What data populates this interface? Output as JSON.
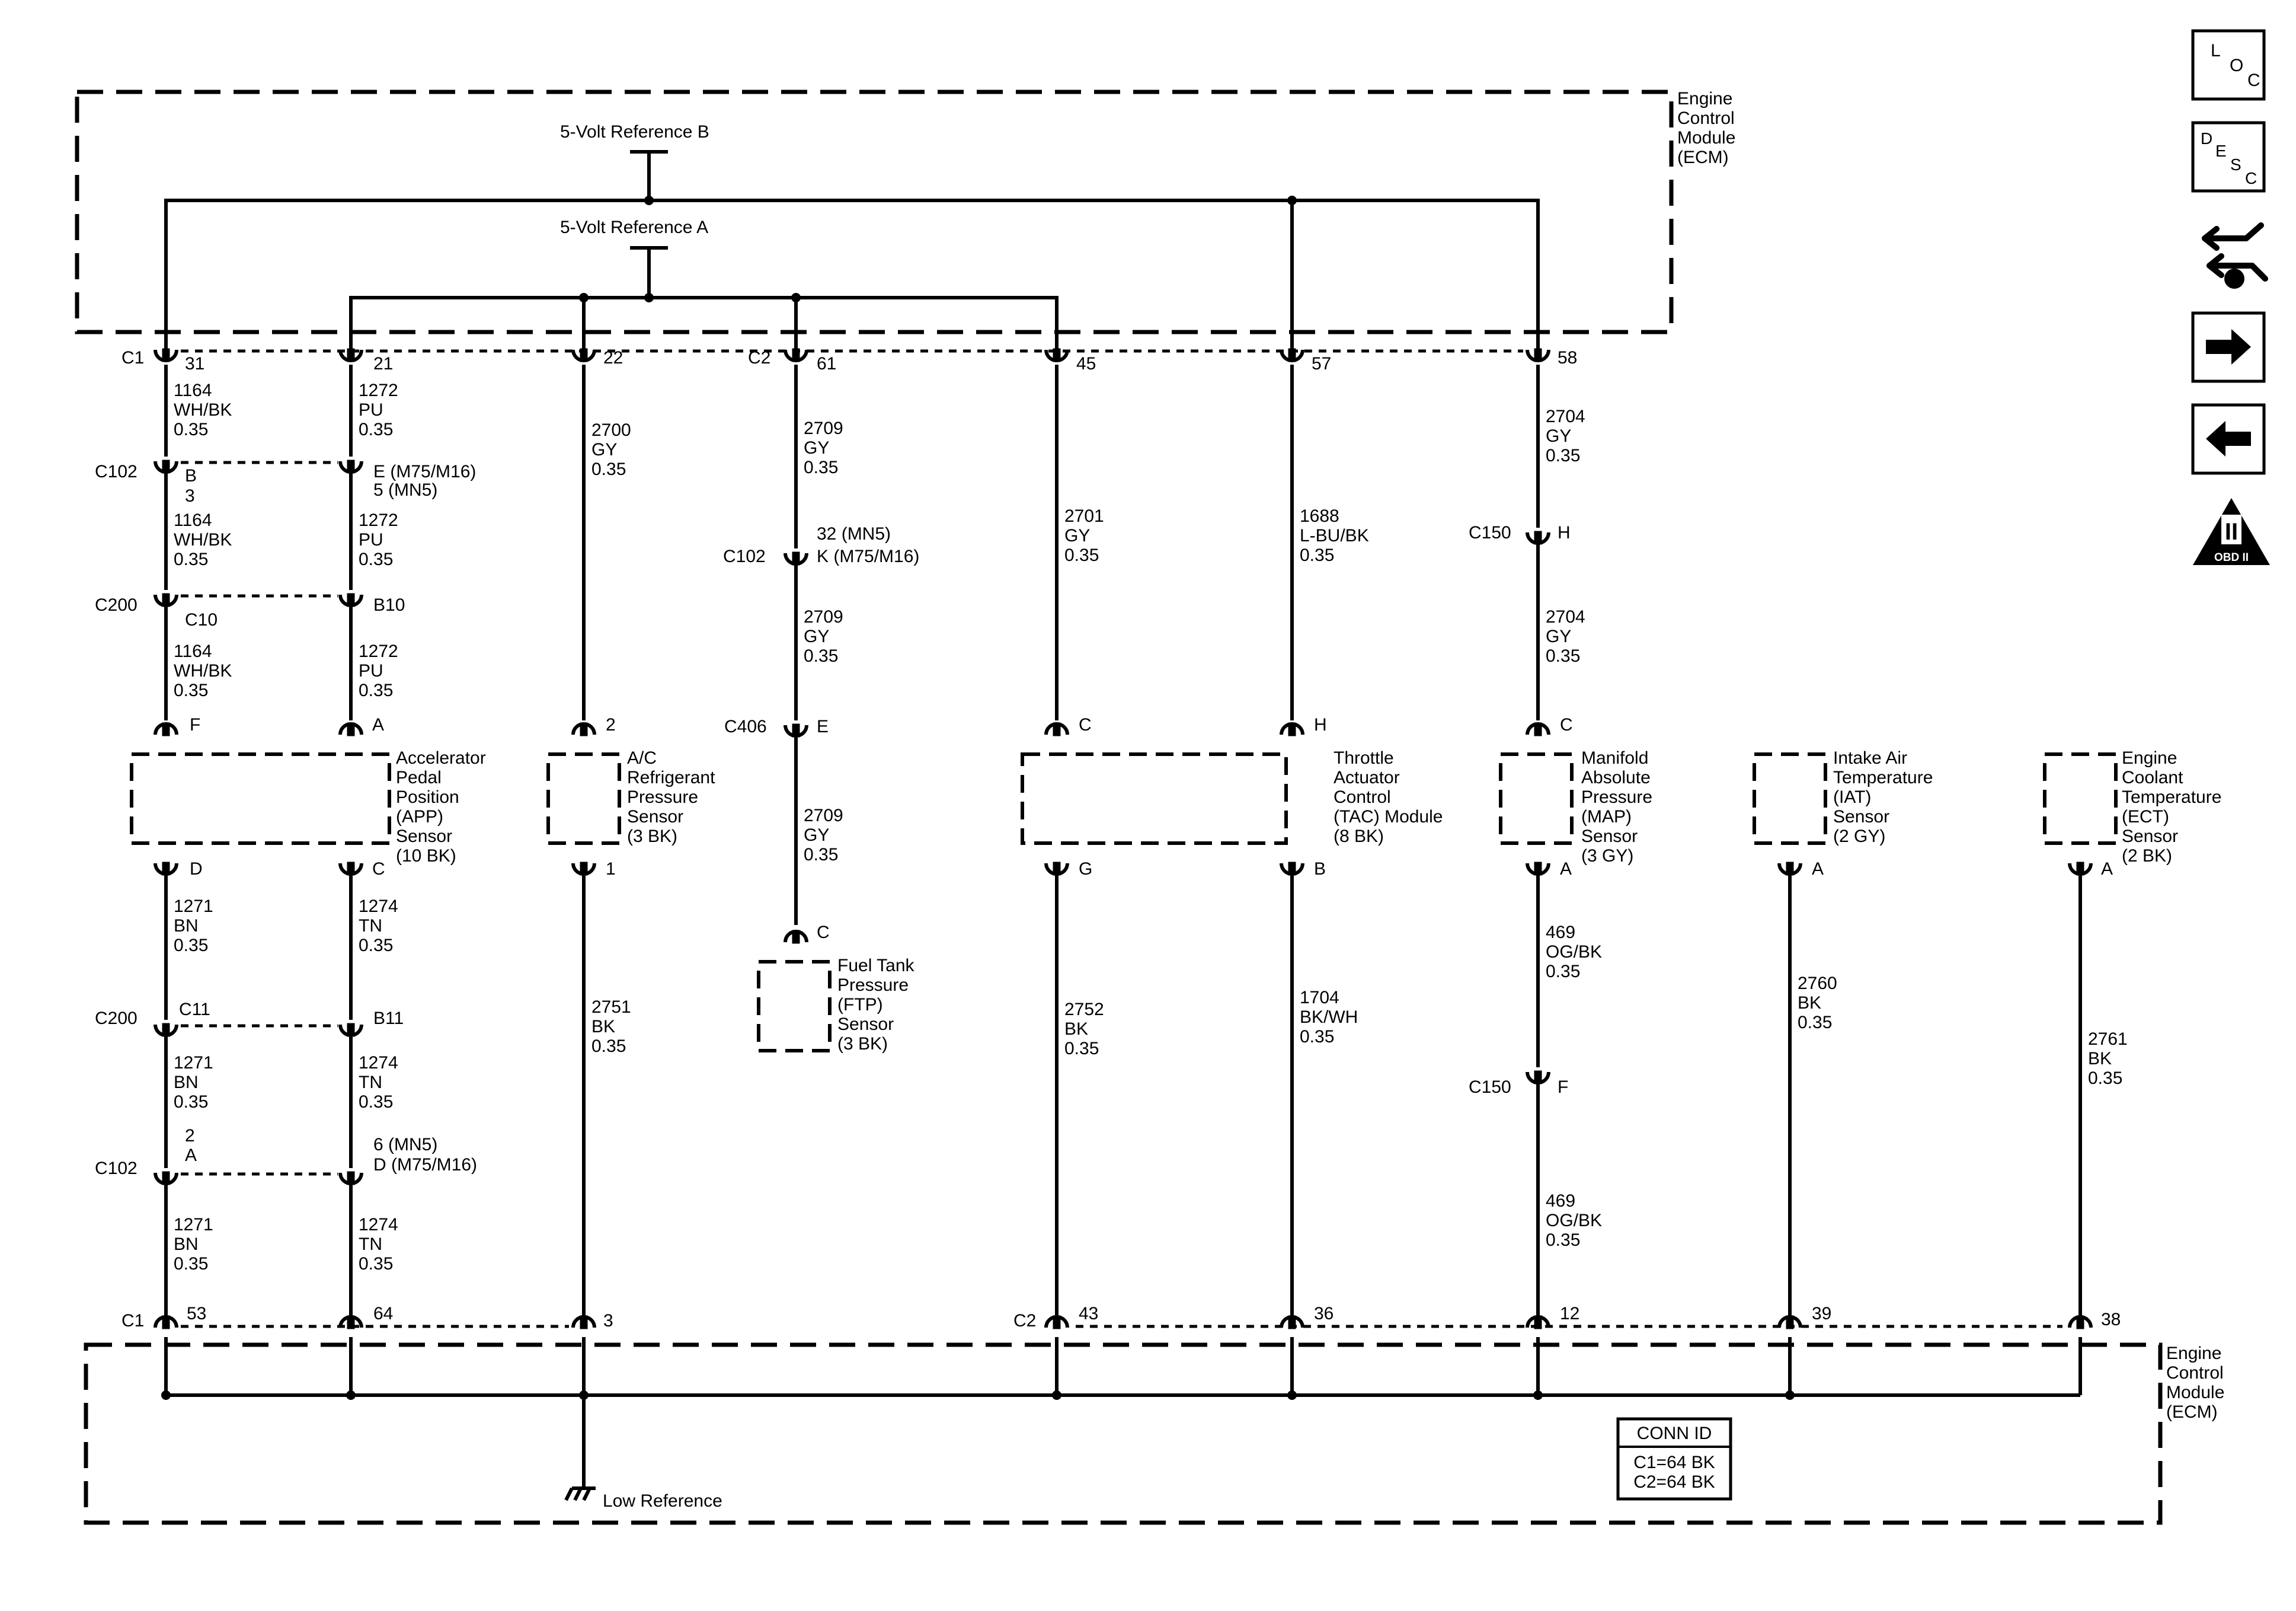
{
  "ecm": {
    "top_label": [
      "Engine",
      "Control",
      "Module",
      "(ECM)"
    ],
    "bottom_label": [
      "Engine",
      "Control",
      "Module",
      "(ECM)"
    ],
    "ref_b": "5-Volt Reference B",
    "ref_a": "5-Volt Reference A",
    "low_ref": "Low Reference"
  },
  "conn_id": {
    "title": "CONN ID",
    "line1": "C1=64 BK",
    "line2": "C2=64 BK"
  },
  "nav": {
    "loc": [
      "L",
      "O",
      "C"
    ],
    "desc": [
      "D",
      "E",
      "S",
      "C"
    ],
    "obd": {
      "numeral": "II",
      "text": "OBD II"
    }
  },
  "connectors": {
    "c1": "C1",
    "c2": "C2",
    "c102": "C102",
    "c200": "C200",
    "c150": "C150",
    "c406": "C406"
  },
  "pins": {
    "p31": "31",
    "p21": "21",
    "p22": "22",
    "p61": "61",
    "p45": "45",
    "p57": "57",
    "p58": "58",
    "c102_b": "B",
    "c102_3": "3",
    "c102_e": "E (M75/M16)",
    "c102_5": "5 (MN5)",
    "c200_c10": "C10",
    "c200_b10": "B10",
    "c102_32": "32 (MN5)",
    "c102_k": "K (M75/M16)",
    "c150_h": "H",
    "c406_e": "E",
    "app_f": "F",
    "app_a": "A",
    "acp_2": "2",
    "tac_c": "C",
    "tac_h": "H",
    "map_c": "C",
    "ftp_c": "C",
    "app_d": "D",
    "app_c": "C",
    "acp_1": "1",
    "tac_g": "G",
    "tac_b": "B",
    "map_a": "A",
    "iat_a": "A",
    "ect_a": "A",
    "c200_c11": "C11",
    "c200_b11": "B11",
    "c102_2": "2",
    "c102_a": "A",
    "c102_6": "6 (MN5)",
    "c102_d": "D (M75/M16)",
    "c150_f": "F",
    "p53": "53",
    "p64": "64",
    "p3": "3",
    "p43": "43",
    "p36": "36",
    "p12": "12",
    "p39": "39",
    "p38": "38"
  },
  "wires": {
    "w1164": [
      "1164",
      "WH/BK",
      "0.35"
    ],
    "w1272": [
      "1272",
      "PU",
      "0.35"
    ],
    "w2700": [
      "2700",
      "GY",
      "0.35"
    ],
    "w2709": [
      "2709",
      "GY",
      "0.35"
    ],
    "w2701": [
      "2701",
      "GY",
      "0.35"
    ],
    "w1688": [
      "1688",
      "L-BU/BK",
      "0.35"
    ],
    "w2704": [
      "2704",
      "GY",
      "0.35"
    ],
    "w1271": [
      "1271",
      "BN",
      "0.35"
    ],
    "w1274": [
      "1274",
      "TN",
      "0.35"
    ],
    "w2751": [
      "2751",
      "BK",
      "0.35"
    ],
    "w2752": [
      "2752",
      "BK",
      "0.35"
    ],
    "w1704": [
      "1704",
      "BK/WH",
      "0.35"
    ],
    "w469": [
      "469",
      "OG/BK",
      "0.35"
    ],
    "w2760": [
      "2760",
      "BK",
      "0.35"
    ],
    "w2761": [
      "2761",
      "BK",
      "0.35"
    ]
  },
  "components": {
    "app": [
      "Accelerator",
      "Pedal",
      "Position",
      "(APP)",
      "Sensor",
      "(10 BK)"
    ],
    "acp": [
      "A/C",
      "Refrigerant",
      "Pressure",
      "Sensor",
      "(3 BK)"
    ],
    "ftp": [
      "Fuel Tank",
      "Pressure",
      "(FTP)",
      "Sensor",
      "(3 BK)"
    ],
    "tac": [
      "Throttle",
      "Actuator",
      "Control",
      "(TAC) Module",
      "(8 BK)"
    ],
    "map": [
      "Manifold",
      "Absolute",
      "Pressure",
      "(MAP)",
      "Sensor",
      "(3 GY)"
    ],
    "iat": [
      "Intake Air",
      "Temperature",
      "(IAT)",
      "Sensor",
      "(2 GY)"
    ],
    "ect": [
      "Engine",
      "Coolant",
      "Temperature",
      "(ECT)",
      "Sensor",
      "(2 BK)"
    ]
  }
}
